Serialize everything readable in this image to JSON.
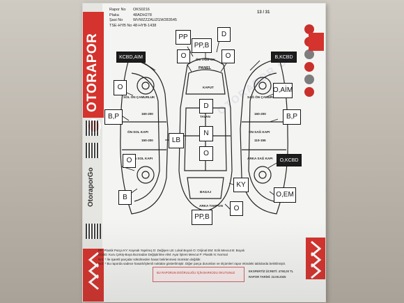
{
  "header": {
    "rows": [
      {
        "label": "Rapor No",
        "value": "OKS0216"
      },
      {
        "label": "Plaka",
        "value": "48ADH278"
      },
      {
        "label": "Şasi No",
        "value": "WVWZZZAUZGW283545"
      },
      {
        "label": "TSE-HYB No",
        "value": "48-HYB-1438"
      }
    ],
    "page": "13 / 31"
  },
  "brand": {
    "name": "OTORAPOR",
    "small": "OtoraporGo"
  },
  "labels": {
    "on_tampon": "ÖN TAMPON",
    "panel": "PANEL",
    "kaput": "KAPUT",
    "arka_tampon": "ARKA TAMPON",
    "bagaj": "BAGAJ",
    "sol_on_camurluk": "SOL ÖN ÇAMURLUK",
    "sag_on_camurluk": "SAĞ ÖN ÇAMURLUK",
    "sol_on_kapi": "ÖN SOL KAPI",
    "sag_on_kapi": "ÖN SAĞ KAPI",
    "sol_arka_kapi": "ARKA SOL KAPI",
    "sag_arka_kapi": "ARKA SAĞ KAPI",
    "tavan": "TAVAN",
    "m1": "160-200",
    "m2": "150-200",
    "m3": "110-155"
  },
  "parts": {
    "pp_b_top": "PP,B",
    "pp_top": "PP",
    "d_top": "D",
    "o_top_left": "O",
    "o_top_right": "O",
    "kcbd_aim": "KCBD,AIM",
    "b_kcbd": "B,KCBD",
    "o_left1": "O",
    "o_aim": "O,AİM",
    "bp_left": "B,P",
    "bp_right": "B,P",
    "d_center": "D",
    "lb_center": "LB",
    "n_center": "N",
    "o_center": "O",
    "o_left2": "O",
    "o_kcbd": "O,KCBD",
    "ky": "KY",
    "b_left": "B",
    "o_em": "O,EM",
    "pp_b_bottom": "PP,B",
    "o_bottom": "O"
  },
  "legend": {
    "line1": "PP: Plastik Parça KY: Kaynak Yapılmış D: Değişen LB: Lokal Boyalı O: Orijinal EM: Ezik Mevcut B: Boyalı",
    "line2": "KCBD: Kuru Çekiş-Boya Boznadan Değiştirilme AİM: Ayar İşlemi Mevcut P: Plastik N: Normal",
    "line3": "Not: * İle işaretli parçalar sökülmeden hasar belirlenmesi mümkün değildir.",
    "line4": "Not: * Bu raporda sadece hasarlı/işlemli noktalar gösterilmiştir. Diğer parça durumları ve ölçümleri rapor ekindeki tablolarda belirtilmiştir."
  },
  "footer": {
    "box": "BU RAPORUN DOĞRULUĞU İÇİN BARKODU OKUTUNUZ",
    "fee": "EKSPERTİZ ÜCRETİ: 4750,00 TL",
    "date": "RAPOR TARİHİ: 22.09.2025"
  },
  "watermark": "OTORAPOR GO"
}
